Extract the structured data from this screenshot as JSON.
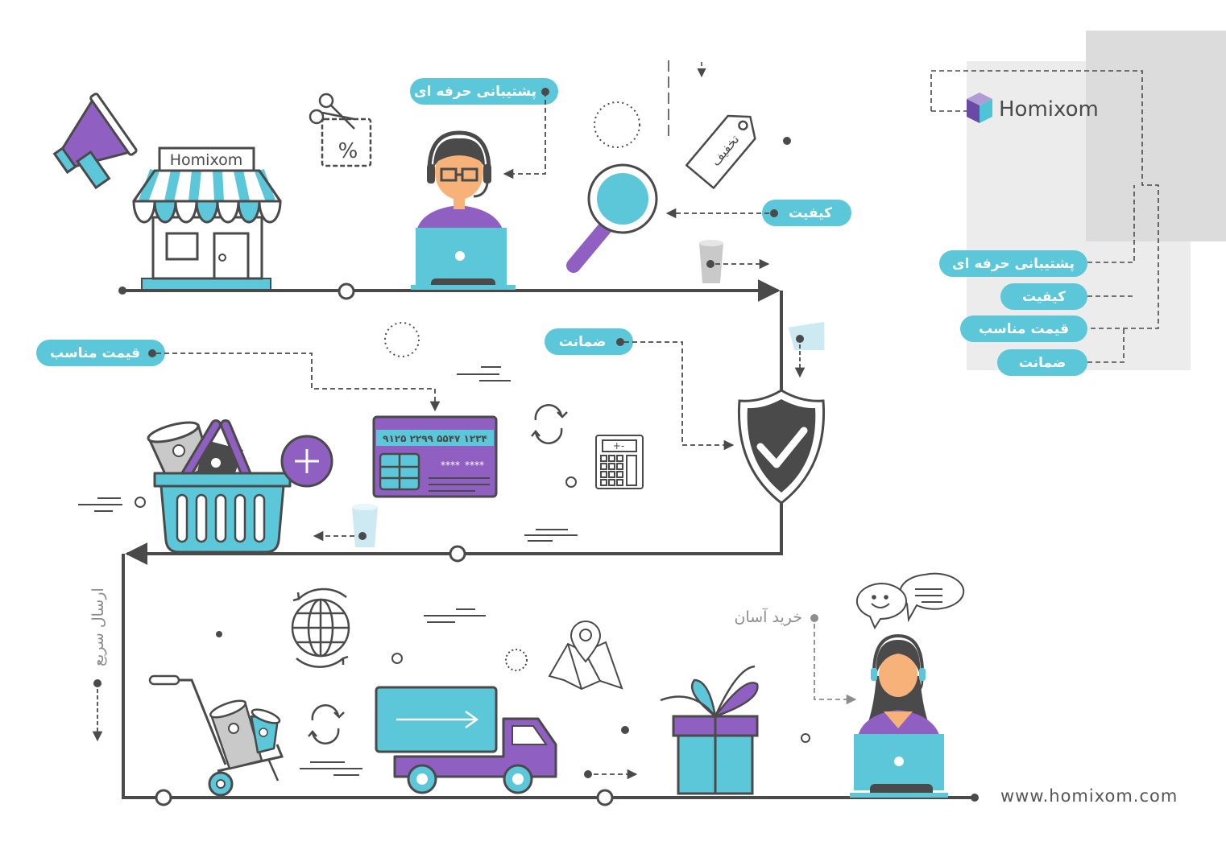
{
  "colors": {
    "teal": "#5cc7d9",
    "purple": "#8f5fc2",
    "dark": "#4a4a4a",
    "gray_panel": "#ececec",
    "gray_dark_panel": "#dcdcdd",
    "cup_gray": "#c9c9c9"
  },
  "brand": {
    "logo_text": "Homixom",
    "store_sign": "Homixom",
    "website": "www.homixom.com"
  },
  "legend": {
    "items": [
      "پشتیبانی حرفه ای",
      "کیفیت",
      "قیمت مناسب",
      "ضمانت"
    ]
  },
  "labels": {
    "support": "پشتیبانی حرفه ای",
    "quality": "کیفیت",
    "fair_price": "قیمت مناسب",
    "warranty": "ضمانت",
    "discount_tag": "تخفیف",
    "easy_purchase": "خرید آسان",
    "fast_delivery": "ارسال سریع",
    "percent": "%"
  },
  "card": {
    "number": "۹۱۲۵ ۲۲۹۹ ۵۵۴۷ ۱۲۳۴",
    "mask1": "****",
    "mask2": "****"
  },
  "icons": [
    "megaphone-icon",
    "scissors-coupon-icon",
    "magnifier-icon",
    "price-tag-icon",
    "shield-check-icon",
    "basket-icon",
    "credit-card-icon",
    "calculator-icon",
    "refresh-icon",
    "globe-icon",
    "hand-truck-icon",
    "delivery-truck-icon",
    "map-pin-icon",
    "gift-icon",
    "chat-bubbles-icon"
  ]
}
